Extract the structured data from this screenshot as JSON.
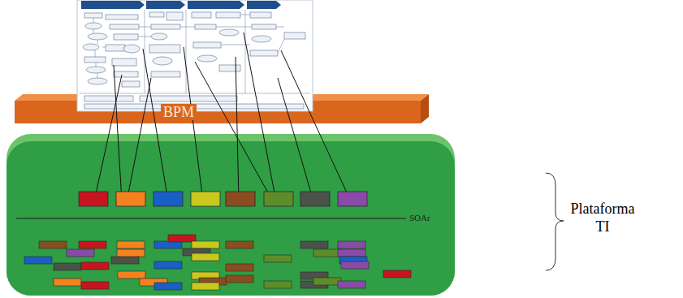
{
  "diagram": {
    "nodes": [
      {
        "text": [
          "BPM"
        ]
      },
      {
        "text": [
          "SOAr"
        ]
      }
    ],
    "labels": [
      "Plataforma TI"
    ]
  }
}
